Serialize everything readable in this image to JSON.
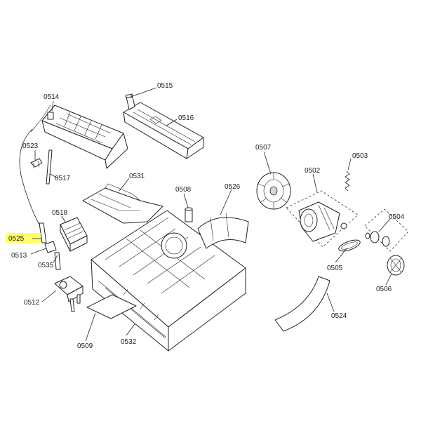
{
  "highlight": {
    "part": "0525",
    "color": "#ffff66"
  },
  "labels": {
    "p0514": "0514",
    "p0515": "0515",
    "p0516": "0516",
    "p0523": "0523",
    "p0517": "0517",
    "p0531": "0531",
    "p0508": "0508",
    "p0526": "0526",
    "p0507": "0507",
    "p0503": "0503",
    "p0502": "0502",
    "p0518": "0518",
    "p0525": "0525",
    "p0513": "0513",
    "p0535": "0535",
    "p0504": "0504",
    "p0505": "0505",
    "p0506": "0506",
    "p0512": "0512",
    "p0509": "0509",
    "p0532": "0532",
    "p0524": "0524"
  }
}
